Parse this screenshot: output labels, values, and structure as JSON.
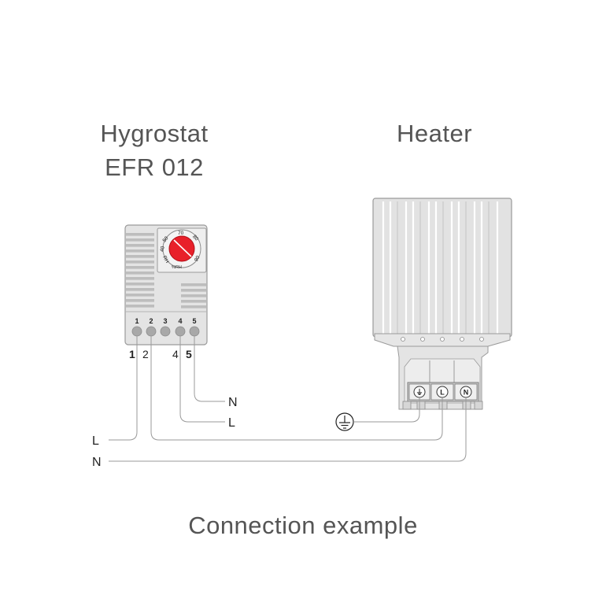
{
  "hygrostat": {
    "title_line1": "Hygrostat",
    "title_line2": "EFR 012",
    "dial_marks": [
      "50",
      "70",
      "80",
      "90",
      "RH",
      "%RH",
      "40"
    ],
    "terminals": [
      "1",
      "2",
      "3",
      "4",
      "5"
    ],
    "wire_numbers": [
      "1",
      "2",
      "4",
      "5"
    ]
  },
  "heater": {
    "title": "Heater",
    "terminals": [
      "⏚",
      "L",
      "N"
    ]
  },
  "wires": {
    "hygro_n": "N",
    "hygro_l": "L",
    "supply_l": "L",
    "supply_n": "N"
  },
  "caption": "Connection example",
  "colors": {
    "dial": "#e8202a",
    "device_body": "#e6e6e6",
    "wire": "#9a9a9a",
    "text": "#555555"
  }
}
